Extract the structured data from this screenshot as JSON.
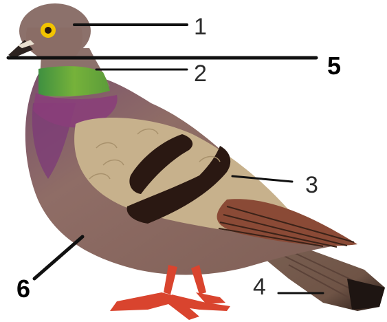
{
  "labels": {
    "l1": "1",
    "l2": "2",
    "l3": "3",
    "l4": "4",
    "l5": "5",
    "l6": "6"
  },
  "colors": {
    "body": "#8a6a63",
    "head": "#8c716b",
    "neck_green": "#5fa338",
    "neck_purple": "#8a3d7a",
    "wing": "#c7b18c",
    "wing_bars": "#2a1812",
    "primaries": "#8a4a36",
    "tail_tip": "#1e1512",
    "feet": "#d9442e",
    "eye_ring": "#f2c400",
    "beak": "#2c2320",
    "leader": "#111111"
  }
}
